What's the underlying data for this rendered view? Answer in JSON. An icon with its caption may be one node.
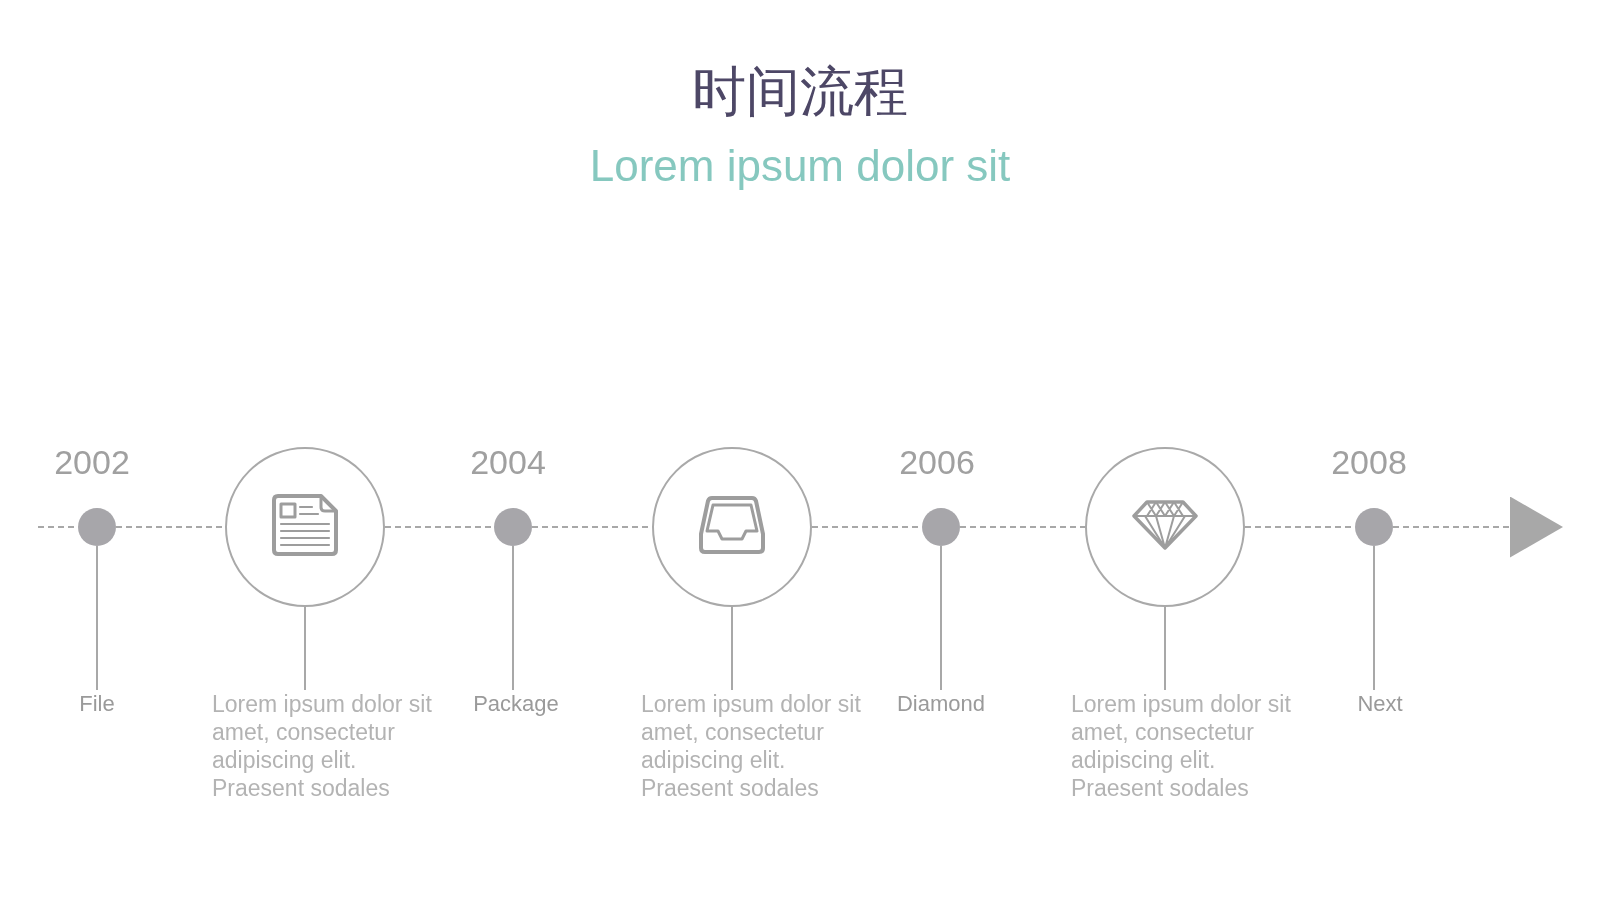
{
  "diagram": {
    "title": "时间流程",
    "nodes": [
      {
        "text": [],
        "shape": "circle",
        "beside": [
          "2002"
        ]
      },
      {
        "text": [
          "File"
        ]
      },
      {
        "text": [],
        "shape": "circle"
      },
      {
        "text": [
          "Lorem ipsum dolor sit amet, consectetur adipiscing elit. Praesent sodales"
        ]
      },
      {
        "text": [],
        "shape": "circle",
        "beside": [
          "2004"
        ]
      },
      {
        "text": [
          "Package"
        ]
      },
      {
        "text": [],
        "shape": "circle"
      },
      {
        "text": [
          "Lorem ipsum dolor sit amet, consectetur adipiscing elit. Praesent sodales"
        ]
      },
      {
        "text": [],
        "shape": "circle",
        "beside": [
          "2006"
        ]
      },
      {
        "text": [
          "Diamond"
        ]
      },
      {
        "text": [],
        "shape": "circle"
      },
      {
        "text": [
          "Lorem ipsum dolor sit amet, consectetur adipiscing elit. Praesent sodales"
        ]
      },
      {
        "text": [],
        "shape": "circle",
        "beside": [
          "2008"
        ]
      },
      {
        "text": [
          "Next"
        ]
      }
    ],
    "edges": [
      {
        "from": null,
        "to": 0,
        "arrow": "none",
        "style": "dashed"
      },
      {
        "from": 0,
        "to": 1,
        "arrow": "none"
      },
      {
        "from": 0,
        "to": 2,
        "arrow": "none",
        "style": "dashed"
      },
      {
        "from": 2,
        "to": 3,
        "arrow": "none"
      },
      {
        "from": 2,
        "to": 4,
        "arrow": "none",
        "style": "dashed"
      },
      {
        "from": 4,
        "to": 5,
        "arrow": "none"
      },
      {
        "from": 4,
        "to": 6,
        "arrow": "none",
        "style": "dashed"
      },
      {
        "from": 6,
        "to": 7,
        "arrow": "none"
      },
      {
        "from": 6,
        "to": 8,
        "arrow": "none",
        "style": "dashed"
      },
      {
        "from": 8,
        "to": 9,
        "arrow": "none"
      },
      {
        "from": 8,
        "to": 10,
        "arrow": "none",
        "style": "dashed"
      },
      {
        "from": 10,
        "to": 11,
        "arrow": "none"
      },
      {
        "from": 10,
        "to": 12,
        "arrow": "none",
        "style": "dashed"
      },
      {
        "from": 12,
        "to": 13,
        "arrow": "none"
      },
      {
        "from": 12,
        "to": null,
        "arrow": "to",
        "style": "dashed"
      }
    ],
    "labels": [
      "Lorem ipsum dolor sit"
    ]
  }
}
